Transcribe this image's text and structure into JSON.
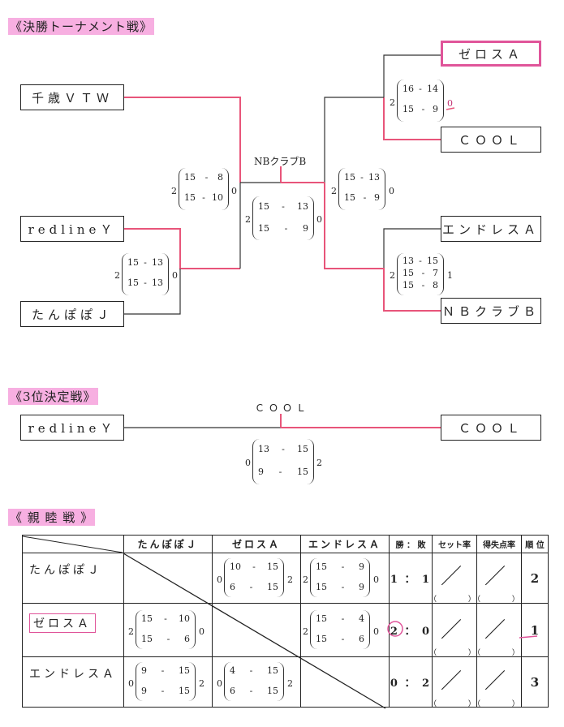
{
  "final": {
    "title": "《決勝トーナメント戦》",
    "teams_left": [
      "千歳ＶＴＷ",
      "redlineＹ",
      "たんぽぽＪ"
    ],
    "teams_right": [
      "ゼロスＡ",
      "ＣＯＯＬ",
      "エンドレスＡ",
      "ＮＢクラブＢ"
    ],
    "champion": "NBクラブB",
    "m_chitose": {
      "left": "2",
      "right": "0",
      "sets": [
        [
          "15",
          "8"
        ],
        [
          "15",
          "10"
        ]
      ]
    },
    "m_red_tan": {
      "left": "2",
      "right": "0",
      "sets": [
        [
          "15",
          "13"
        ],
        [
          "15",
          "13"
        ]
      ]
    },
    "m_final": {
      "left": "2",
      "right": "0",
      "sets": [
        [
          "15",
          "13"
        ],
        [
          "15",
          "9"
        ]
      ]
    },
    "m_right_semi": {
      "left": "2",
      "right": "0",
      "sets": [
        [
          "15",
          "13"
        ],
        [
          "15",
          "9"
        ]
      ]
    },
    "m_zeros_cool": {
      "left": "2",
      "right": "0",
      "sets": [
        [
          "16",
          "14"
        ],
        [
          "15",
          "9"
        ]
      ]
    },
    "m_end_nb": {
      "left": "2",
      "right": "1",
      "sets": [
        [
          "13",
          "15"
        ],
        [
          "15",
          "7"
        ],
        [
          "15",
          "8"
        ]
      ]
    }
  },
  "third": {
    "title": "《3位決定戦》",
    "left_team": "redlineＹ",
    "right_team": "ＣＯＯＬ",
    "winner": "ＣＯＯＬ",
    "match": {
      "left": "0",
      "right": "2",
      "sets": [
        [
          "13",
          "15"
        ],
        [
          "9",
          "15"
        ]
      ]
    }
  },
  "league": {
    "title": "《 親 睦 戦 》",
    "headers": {
      "team1": "たんぽぽＪ",
      "team2": "ゼロスＡ",
      "team3": "エンドレスＡ",
      "wl": "勝 ： 敗",
      "set_rate": "セット率",
      "point_rate": "得失点率",
      "rank": "順 位"
    },
    "rows": [
      {
        "team": "たんぽぽＪ",
        "wl": "1 ： 1",
        "rank": "2",
        "r2": {
          "left": "0",
          "right": "2",
          "sets": [
            [
              "10",
              "15"
            ],
            [
              "6",
              "15"
            ]
          ]
        },
        "r3": {
          "left": "2",
          "right": "0",
          "sets": [
            [
              "15",
              "9"
            ],
            [
              "15",
              "9"
            ]
          ]
        }
      },
      {
        "team": "ゼロスＡ",
        "wl": "2 ： 0",
        "rank": "1",
        "r1": {
          "left": "2",
          "right": "0",
          "sets": [
            [
              "15",
              "10"
            ],
            [
              "15",
              "6"
            ]
          ]
        },
        "r3": {
          "left": "2",
          "right": "0",
          "sets": [
            [
              "15",
              "4"
            ],
            [
              "15",
              "6"
            ]
          ]
        }
      },
      {
        "team": "エンドレスＡ",
        "wl": "0 ： 2",
        "rank": "3",
        "r1": {
          "left": "0",
          "right": "2",
          "sets": [
            [
              "9",
              "15"
            ],
            [
              "9",
              "15"
            ]
          ]
        },
        "r2": {
          "left": "0",
          "right": "2",
          "sets": [
            [
              "4",
              "15"
            ],
            [
              "6",
              "15"
            ]
          ]
        }
      }
    ],
    "slash": "／",
    "paren_pair": "（ ）"
  },
  "colors": {
    "winner_line": "#e8557a",
    "highlight": "#f06ec8"
  }
}
